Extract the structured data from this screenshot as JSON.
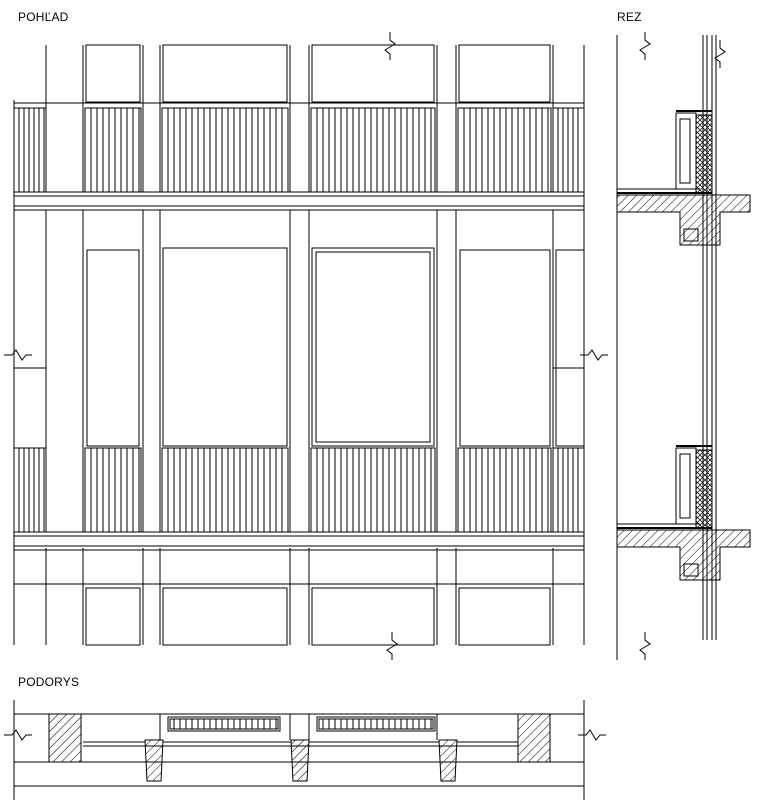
{
  "labels": {
    "elevation": "POHĽAD",
    "section": "REZ",
    "plan": "PODORYS"
  }
}
